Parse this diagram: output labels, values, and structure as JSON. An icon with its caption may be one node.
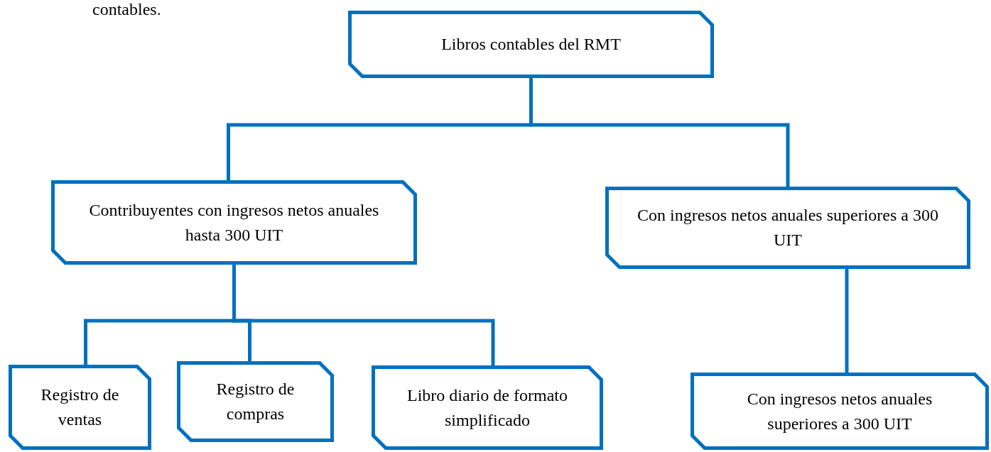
{
  "diagram": {
    "nodes": [
      {
        "text": [
          "Libros contables del RMT"
        ]
      },
      {
        "text": [
          "Contribuyentes con ingresos netos anuales hasta 300 UIT"
        ]
      },
      {
        "text": [
          "Con ingresos netos anuales superiores a 300 UIT"
        ]
      },
      {
        "text": [
          "Registro de ventas"
        ]
      },
      {
        "text": [
          "Registro de compras"
        ]
      },
      {
        "text": [
          "Libro diario de formato simplificado"
        ]
      },
      {
        "text": [
          "Con ingresos netos anuales superiores a 300 UIT"
        ]
      }
    ],
    "edges": [
      {
        "from": 0,
        "to": 1,
        "arrow": "none"
      },
      {
        "from": 0,
        "to": 2,
        "arrow": "none"
      },
      {
        "from": 1,
        "to": 3,
        "arrow": "none"
      },
      {
        "from": 1,
        "to": 4,
        "arrow": "none"
      },
      {
        "from": 1,
        "to": 5,
        "arrow": "none"
      },
      {
        "from": 2,
        "to": 6,
        "arrow": "none"
      }
    ],
    "labels": [
      "contables."
    ]
  }
}
